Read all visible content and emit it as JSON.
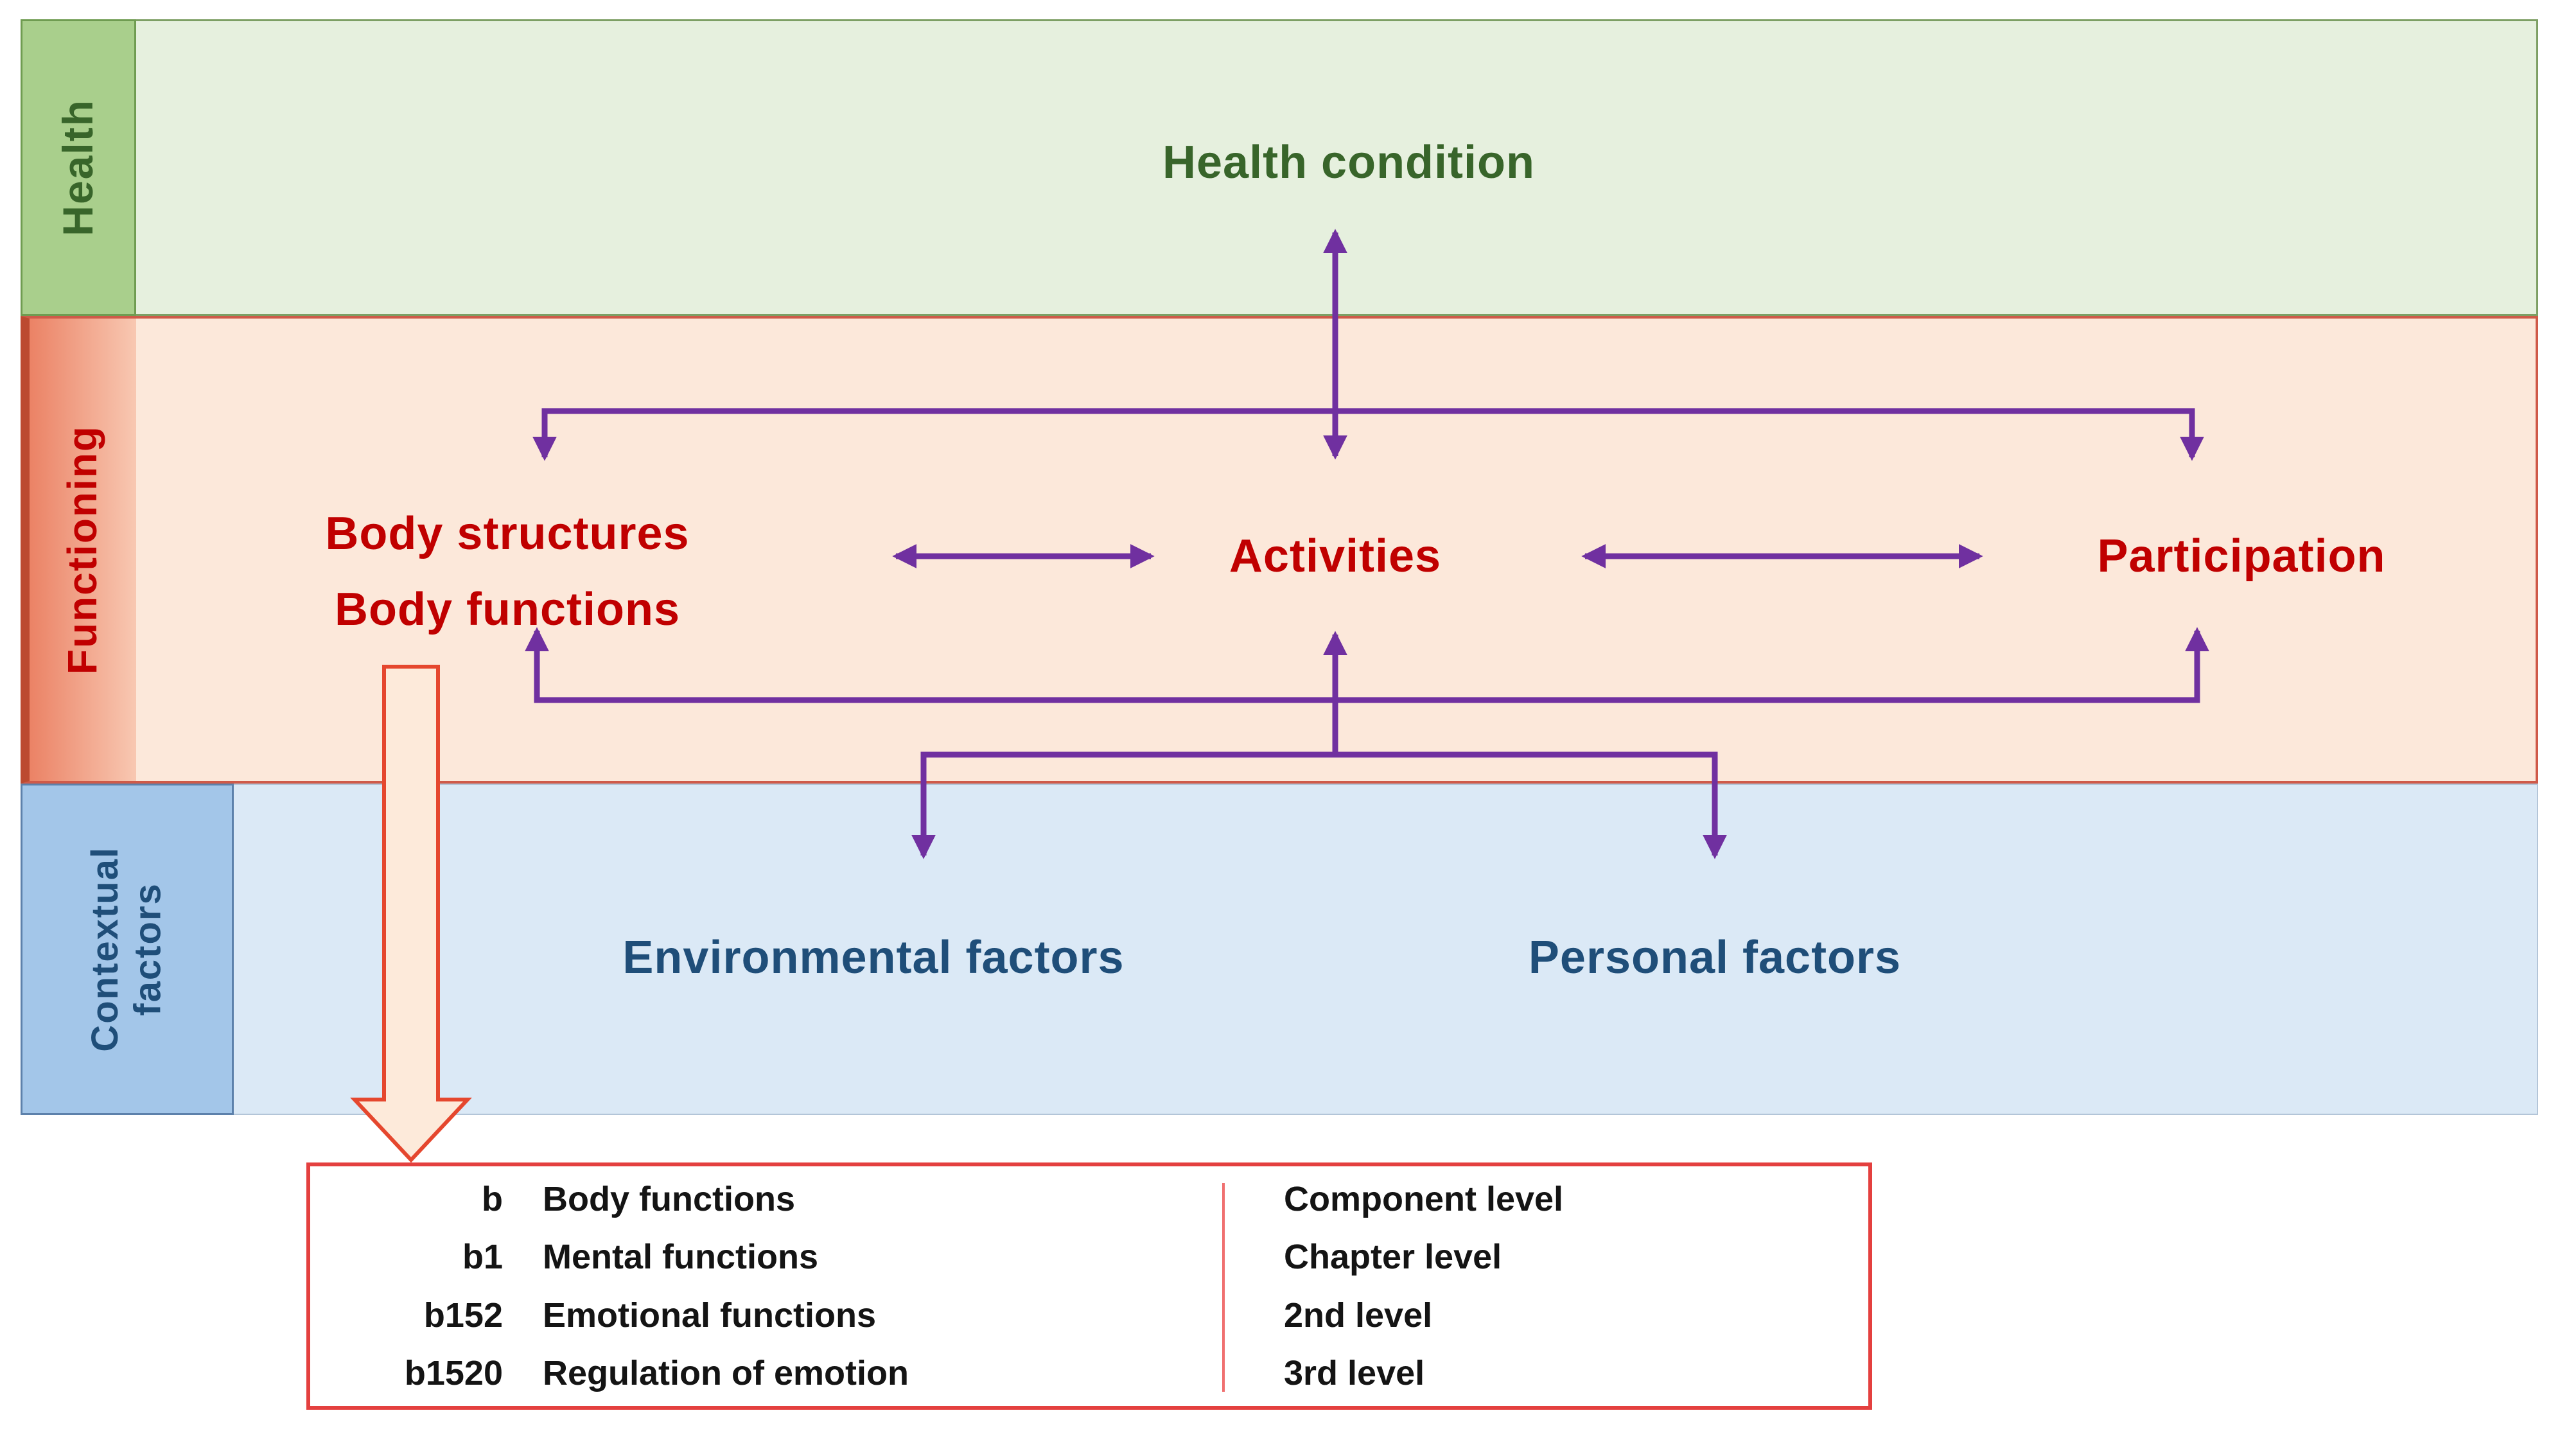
{
  "colors": {
    "purple": "#7030a0",
    "red_text": "#c00000",
    "green_text": "#38652a",
    "blue_text": "#1f4e79",
    "green_band": "#e6f0de",
    "green_border": "#7d9f64",
    "green_label": "#a9cf8c",
    "green_label_border": "#6f9c51",
    "orange_band": "#fce8da",
    "salmon_border": "#cf5a49",
    "orange_label_a": "#eb8265",
    "orange_label_b": "#f8c8b2",
    "orange_label_edge": "#bc4a30",
    "blue_band": "#dbe9f6",
    "blue_band_border": "#b3c5d8",
    "blue_label": "#a3c6e9",
    "blue_label_border": "#5d81ab",
    "big_arrow_fill": "#fdeada",
    "big_arrow_stroke": "#e5472e",
    "table_border": "#e4403f",
    "table_divider": "#f07070"
  },
  "row_labels": {
    "health": "Health",
    "functioning": "Functioning",
    "contextual": "Contextual\nfactors"
  },
  "nodes": {
    "health_condition": "Health condition",
    "body_structures_line1": "Body structures",
    "body_structures_line2": "Body functions",
    "activities": "Activities",
    "participation": "Participation",
    "environmental_factors": "Environmental factors",
    "personal_factors": "Personal factors"
  },
  "code_table": {
    "rows": [
      {
        "code": "b",
        "name": "Body functions",
        "level": "Component level"
      },
      {
        "code": "b1",
        "name": "Mental functions",
        "level": "Chapter level"
      },
      {
        "code": "b152",
        "name": "Emotional functions",
        "level": "2nd level"
      },
      {
        "code": "b1520",
        "name": "Regulation of emotion",
        "level": "3rd level"
      }
    ]
  }
}
